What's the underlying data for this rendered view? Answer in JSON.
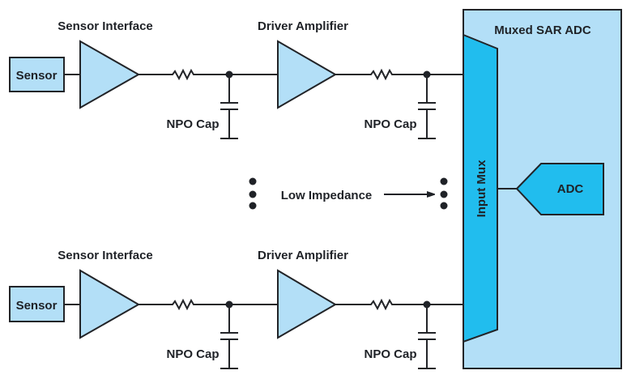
{
  "diagram": {
    "colors": {
      "block_fill": "#b3dff7",
      "mux_fill": "#21bdee",
      "line": "#222428",
      "text": "#1f2227"
    },
    "channels": [
      {
        "sensor_label": "Sensor",
        "interface_label": "Sensor Interface",
        "driver_label": "Driver Amplifier",
        "cap1_label": "NPO Cap",
        "cap2_label": "NPO Cap"
      },
      {
        "sensor_label": "Sensor",
        "interface_label": "Sensor Interface",
        "driver_label": "Driver Amplifier",
        "cap1_label": "NPO Cap",
        "cap2_label": "NPO Cap"
      }
    ],
    "adc_block_title": "Muxed SAR ADC",
    "mux_label": "Input Mux",
    "adc_label": "ADC",
    "annotation": "Low Impedance"
  }
}
